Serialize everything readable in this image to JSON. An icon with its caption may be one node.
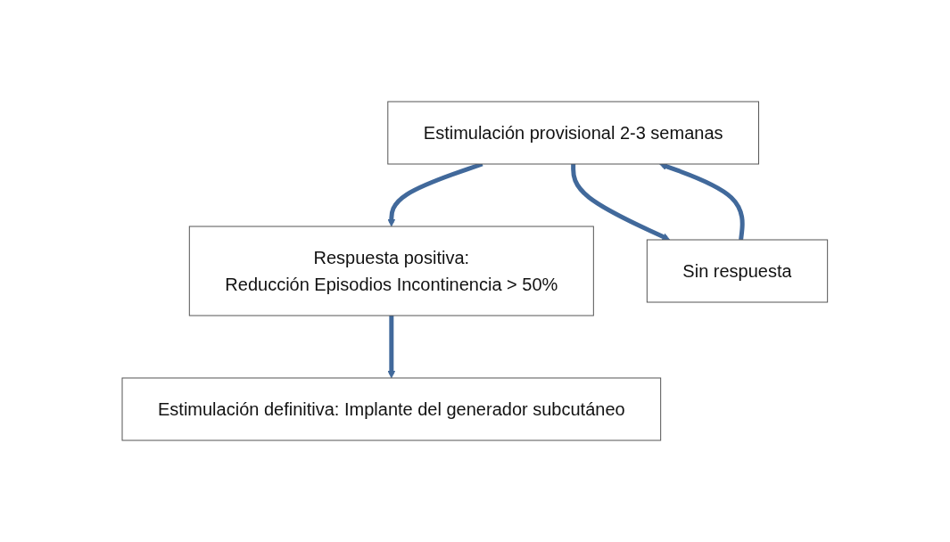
{
  "diagram": {
    "nodes": [
      {
        "text": [
          "Estimulación provisional 2-3 semanas"
        ]
      },
      {
        "text": [
          "Respuesta positiva:",
          "Reducción Episodios Incontinencia > 50%"
        ]
      },
      {
        "text": [
          "Sin respuesta"
        ]
      },
      {
        "text": [
          "Estimulación definitiva: Implante del generador subcutáneo"
        ]
      }
    ],
    "edges": [
      {
        "from": 0,
        "to": 1,
        "arrow": "to"
      },
      {
        "from": 0,
        "to": 2,
        "arrow": "to"
      },
      {
        "from": 2,
        "to": 0,
        "arrow": "to"
      },
      {
        "from": 1,
        "to": 3,
        "arrow": "to"
      }
    ]
  }
}
